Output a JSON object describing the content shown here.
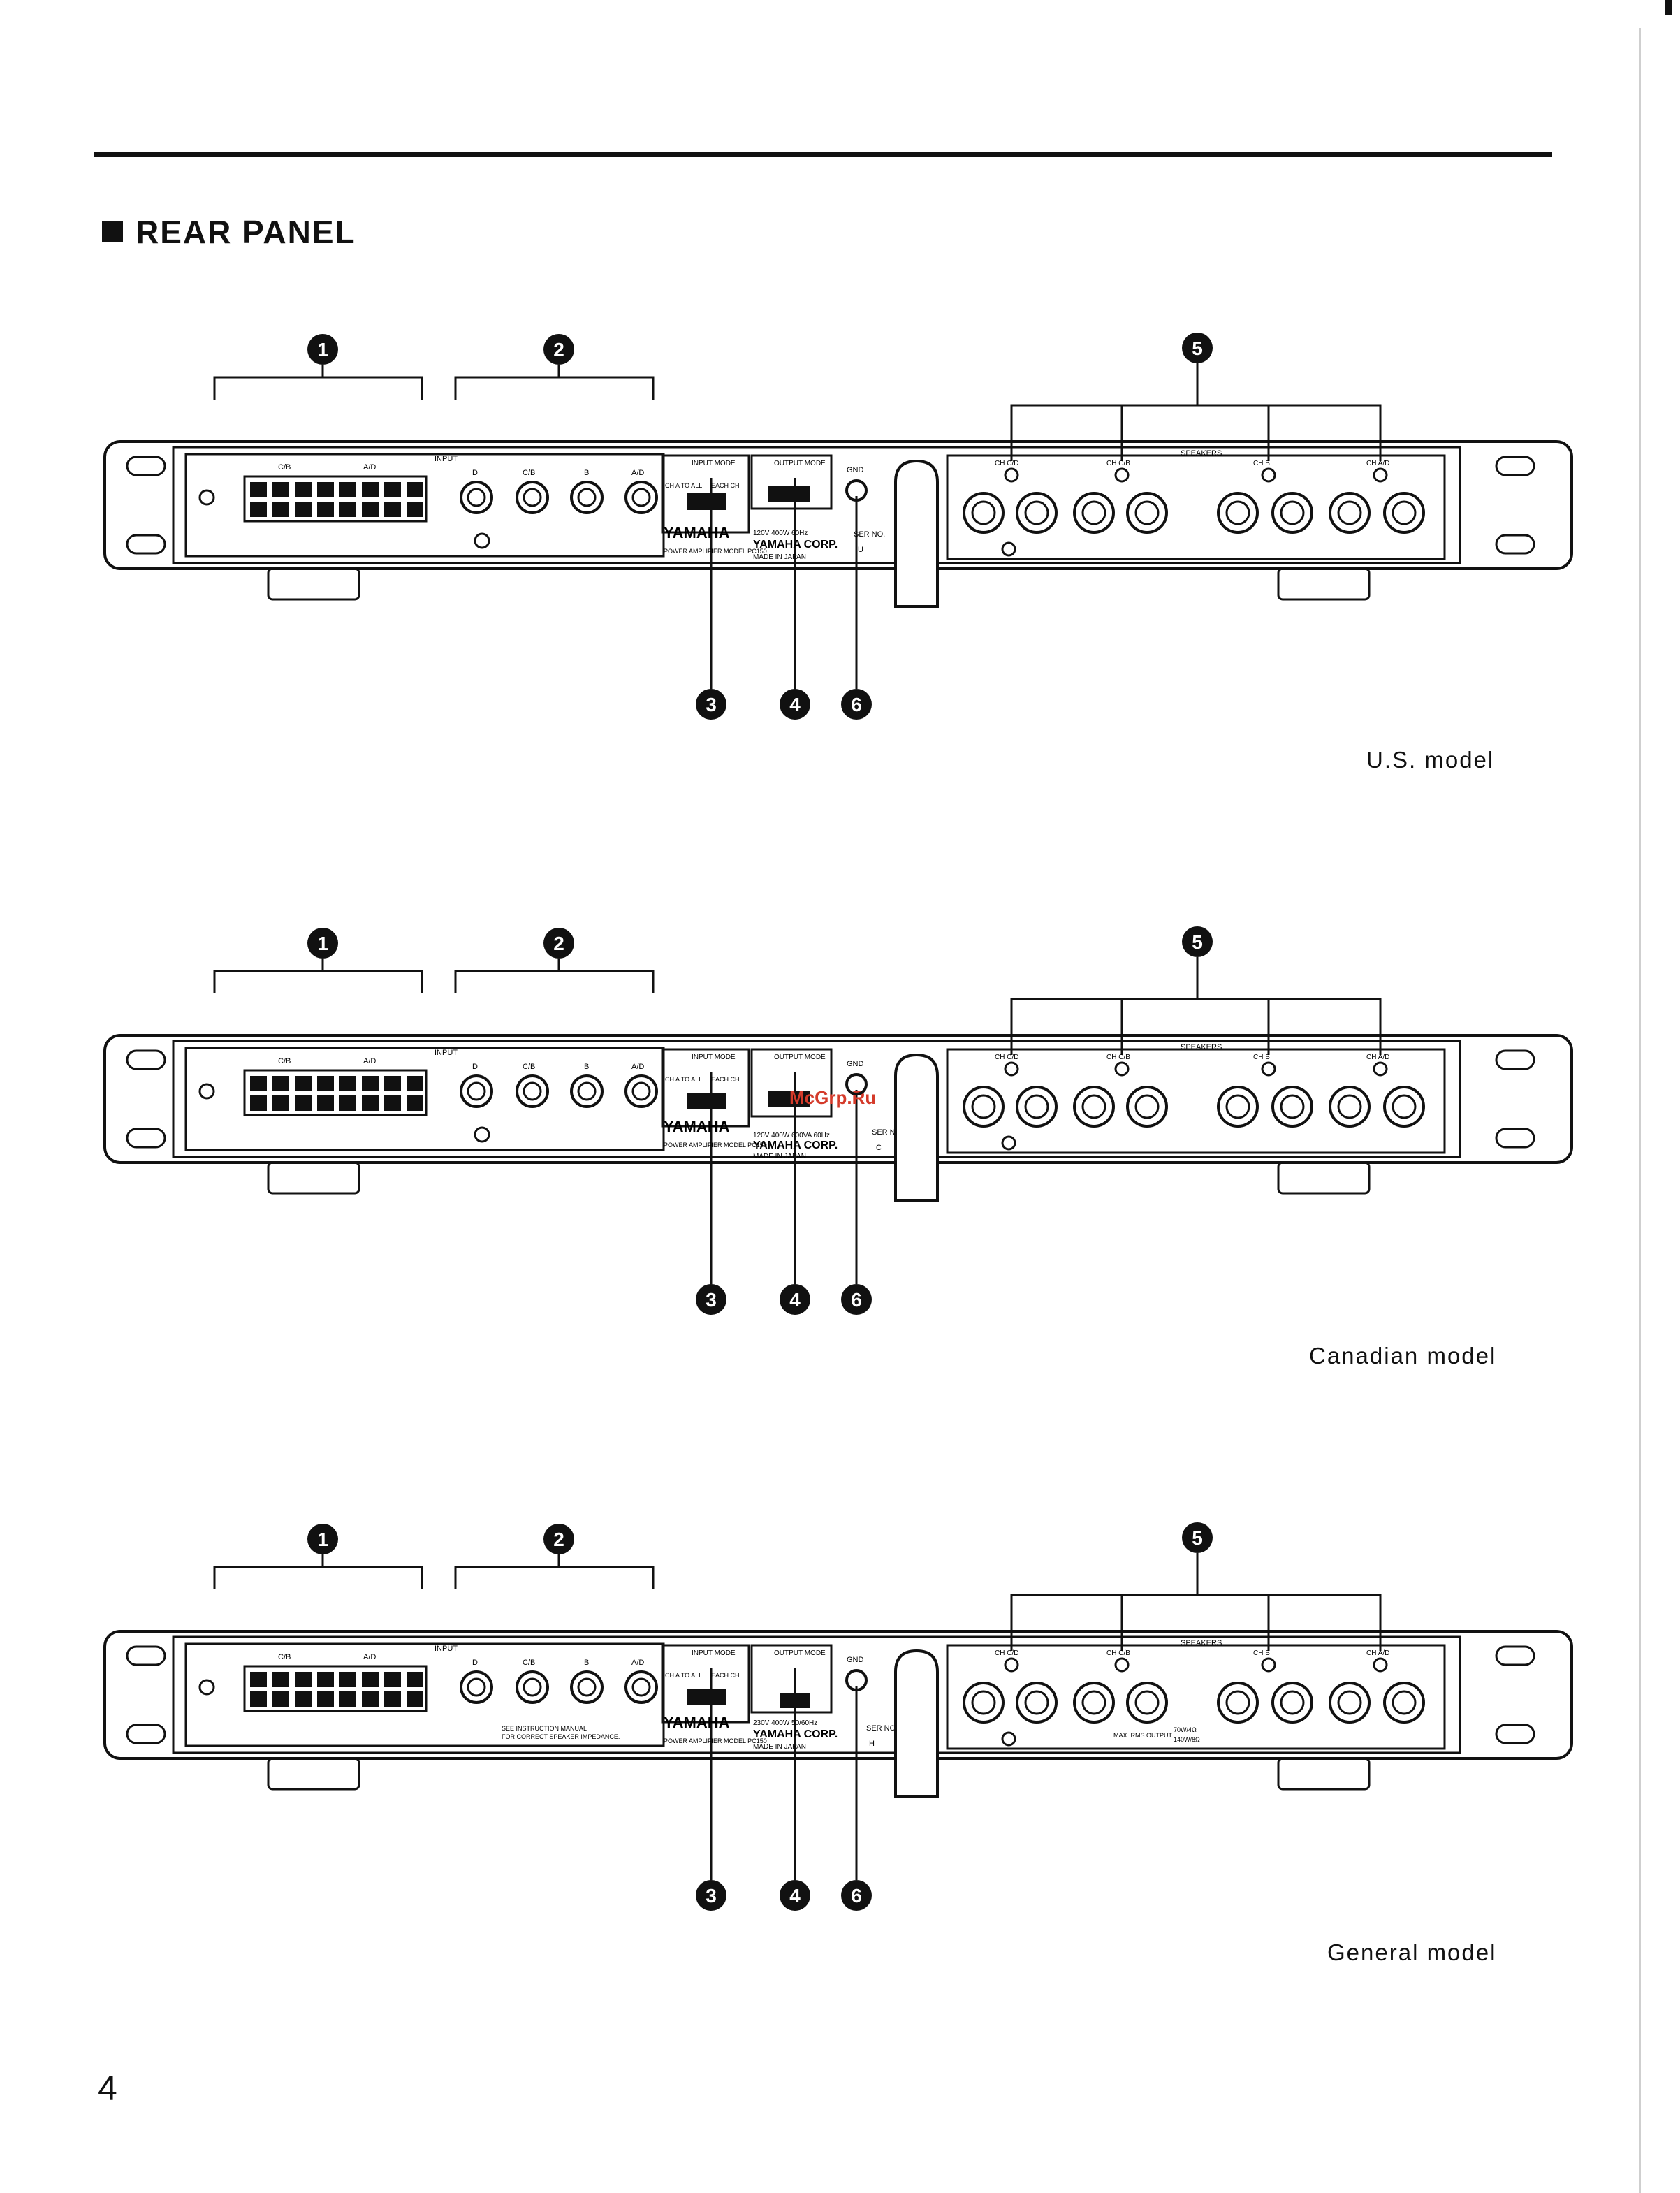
{
  "page": {
    "heading": "REAR PANEL",
    "page_number": "4"
  },
  "panels": [
    {
      "id": "us",
      "caption": "U.S. model",
      "callouts": {
        "c1": "1",
        "c2": "2",
        "c3": "3",
        "c4": "4",
        "c5": "5",
        "c6": "6"
      },
      "labels": {
        "input": "INPUT",
        "speakers": "SPEAKERS",
        "input_mode": "INPUT MODE",
        "output_mode": "OUTPUT MODE",
        "ch_a_to_all": "CH A TO ALL",
        "each_ch": "EACH CH",
        "gnd": "GND",
        "brand": "YAMAHA",
        "model": "POWER AMPLIFIER MODEL PC150",
        "rating": "120V 400W 60Hz",
        "corp": "YAMAHA CORP.",
        "made": "MADE IN JAPAN",
        "ser": "SER NO.",
        "ser_prefix": "U",
        "jack_d": "D",
        "jack_cb": "C/B",
        "jack_b": "B",
        "jack_ad": "A/D",
        "ch_ab": "A/D",
        "ch_cb": "C/B",
        "sp_cd": "CH C/D",
        "sp_cb": "CH C/B",
        "sp_b": "CH B",
        "sp_ad": "CH A/D"
      }
    },
    {
      "id": "canadian",
      "caption": "Canadian model",
      "callouts": {
        "c1": "1",
        "c2": "2",
        "c3": "3",
        "c4": "4",
        "c5": "5",
        "c6": "6"
      },
      "labels": {
        "input": "INPUT",
        "speakers": "SPEAKERS",
        "input_mode": "INPUT MODE",
        "output_mode": "OUTPUT MODE",
        "ch_a_to_all": "CH A TO ALL",
        "each_ch": "EACH CH",
        "gnd": "GND",
        "brand": "YAMAHA",
        "model": "POWER AMPLIFIER MODEL PC150",
        "rating": "120V 400W 600VA 60Hz",
        "corp": "YAMAHA CORP.",
        "made": "MADE IN JAPAN",
        "ser": "SER NO.",
        "ser_prefix": "C",
        "jack_d": "D",
        "jack_cb": "C/B",
        "jack_b": "B",
        "jack_ad": "A/D",
        "ch_ab": "A/D",
        "ch_cb": "C/B",
        "sp_cd": "CH C/D",
        "sp_cb": "CH C/B",
        "sp_b": "CH B",
        "sp_ad": "CH A/D",
        "watermark": "McGrp.Ru"
      }
    },
    {
      "id": "general",
      "caption": "General model",
      "callouts": {
        "c1": "1",
        "c2": "2",
        "c3": "3",
        "c4": "4",
        "c5": "5",
        "c6": "6"
      },
      "labels": {
        "input": "INPUT",
        "speakers": "SPEAKERS",
        "input_mode": "INPUT MODE",
        "output_mode": "OUTPUT MODE",
        "ch_a_to_all": "CH A TO ALL",
        "each_ch": "EACH CH",
        "gnd": "GND",
        "brand": "YAMAHA",
        "model": "POWER AMPLIFIER MODEL PC150",
        "rating": "230V 400W 50/60Hz",
        "corp": "YAMAHA CORP.",
        "made": "MADE IN JAPAN",
        "ser": "SER NO.",
        "ser_prefix": "H",
        "jack_d": "D",
        "jack_cb": "C/B",
        "jack_b": "B",
        "jack_ad": "A/D",
        "ch_ab": "A/D",
        "ch_cb": "C/B",
        "sp_cd": "CH C/D",
        "sp_cb": "CH C/B",
        "sp_b": "CH B",
        "sp_ad": "CH A/D",
        "manual_note_1": "SEE INSTRUCTION MANUAL",
        "manual_note_2": "FOR CORRECT SPEAKER IMPEDANCE.",
        "max_rms": "MAX. RMS OUTPUT",
        "rms_values_1": "70W/4Ω",
        "rms_values_2": "140W/8Ω"
      }
    }
  ]
}
